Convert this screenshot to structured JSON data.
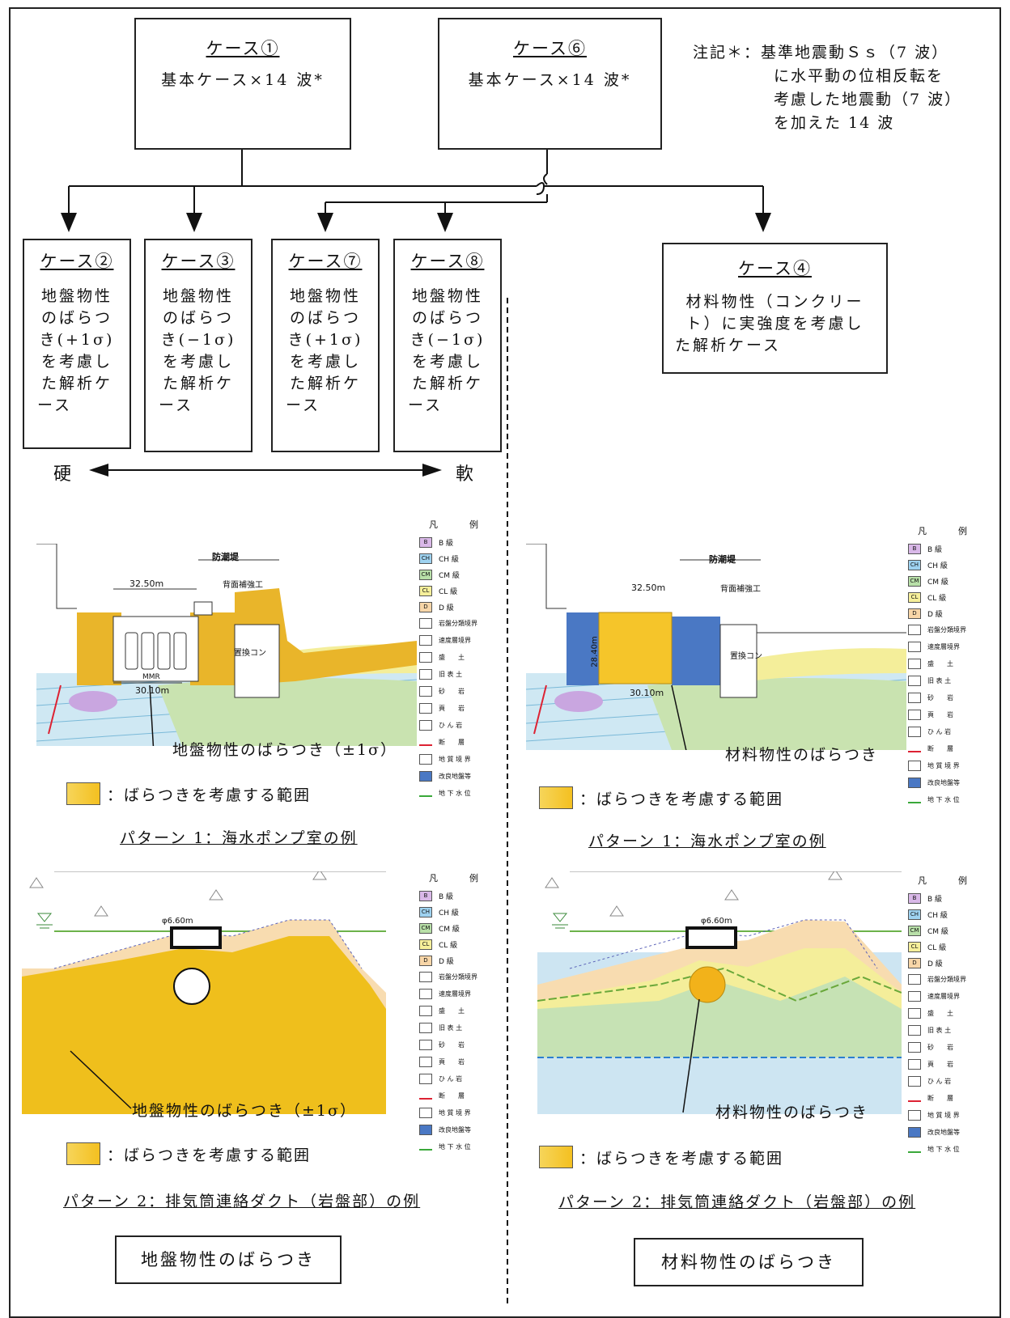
{
  "cases": {
    "c1": {
      "title": "ケース①",
      "body": [
        "基本ケース×14 波*"
      ]
    },
    "c6": {
      "title": "ケース⑥",
      "body": [
        "基本ケース×14 波*"
      ]
    },
    "c2": {
      "title": "ケース②",
      "body": [
        "地盤物性",
        "のばらつ",
        "き(+1σ)",
        "を考慮し",
        "た解析ケ",
        "ース"
      ]
    },
    "c3": {
      "title": "ケース③",
      "body": [
        "地盤物性",
        "のばらつ",
        "き(−1σ)",
        "を考慮し",
        "た解析ケ",
        "ース"
      ]
    },
    "c7": {
      "title": "ケース⑦",
      "body": [
        "地盤物性",
        "のばらつ",
        "き(+1σ)",
        "を考慮し",
        "た解析ケ",
        "ース"
      ]
    },
    "c8": {
      "title": "ケース⑧",
      "body": [
        "地盤物性",
        "のばらつ",
        "き(−1σ)",
        "を考慮し",
        "た解析ケ",
        "ース"
      ]
    },
    "c4": {
      "title": "ケース④",
      "body": [
        "材料物性（コンクリー",
        "ト）に実強度を考慮し",
        "た解析ケース"
      ]
    }
  },
  "note": [
    "注記＊：基準地震動Ｓｓ（7 波）",
    "に水平動の位相反転を",
    "考慮した地震動（7 波）",
    "を加えた 14 波"
  ],
  "axis": {
    "hard": "硬",
    "soft": "軟"
  },
  "legend_title": "凡　例",
  "legend_grades": [
    {
      "code": "B",
      "label": "B 級",
      "color": "#d9b8e8"
    },
    {
      "code": "CH",
      "label": "CH 級",
      "color": "#9ed2f0"
    },
    {
      "code": "CM",
      "label": "CM 級",
      "color": "#b8e0a8"
    },
    {
      "code": "CL",
      "label": "CL 級",
      "color": "#f6ef9a"
    },
    {
      "code": "D",
      "label": "D 級",
      "color": "#f8d6a8"
    }
  ],
  "legend_lines": [
    "岩盤分類境界",
    "速度層境界",
    "盛　　土",
    "旧 表 土",
    "砂　　岩",
    "頁　　岩",
    "ひ ん 岩",
    "断　　層",
    "地 質 境 界",
    "改良地盤等",
    "地 下 水 位"
  ],
  "left_panel": {
    "upper": {
      "labels": {
        "seawall": "防潮堤",
        "back": "背面補強工",
        "dim1": "32.50m",
        "dim2": "30.10m",
        "sub": "置換コン",
        "mmr": "MMR"
      },
      "callout": "地盤物性のばらつき（±1σ）",
      "range": "：ばらつきを考慮する範囲",
      "caption": "パターン 1：海水ポンプ室の例"
    },
    "lower": {
      "labels": {
        "dia": "φ6.60m"
      },
      "callout": "地盤物性のばらつき（±1σ）",
      "range": "：ばらつきを考慮する範囲",
      "caption": "パターン 2：排気筒連絡ダクト（岩盤部）の例"
    },
    "footer": "地盤物性のばらつき"
  },
  "right_panel": {
    "upper": {
      "labels": {
        "seawall": "防潮堤",
        "back": "背面補強工",
        "dim1": "32.50m",
        "dim2": "30.10m",
        "dim3": "28.40m",
        "sub": "置換コン"
      },
      "callout": "材料物性のばらつき",
      "range": "：ばらつきを考慮する範囲",
      "caption": "パターン 1：海水ポンプ室の例"
    },
    "lower": {
      "labels": {
        "dia": "φ6.60m"
      },
      "callout": "材料物性のばらつき",
      "range": "：ばらつきを考慮する範囲",
      "caption": "パターン 2：排気筒連絡ダクト（岩盤部）の例"
    },
    "footer": "材料物性のばらつき"
  }
}
